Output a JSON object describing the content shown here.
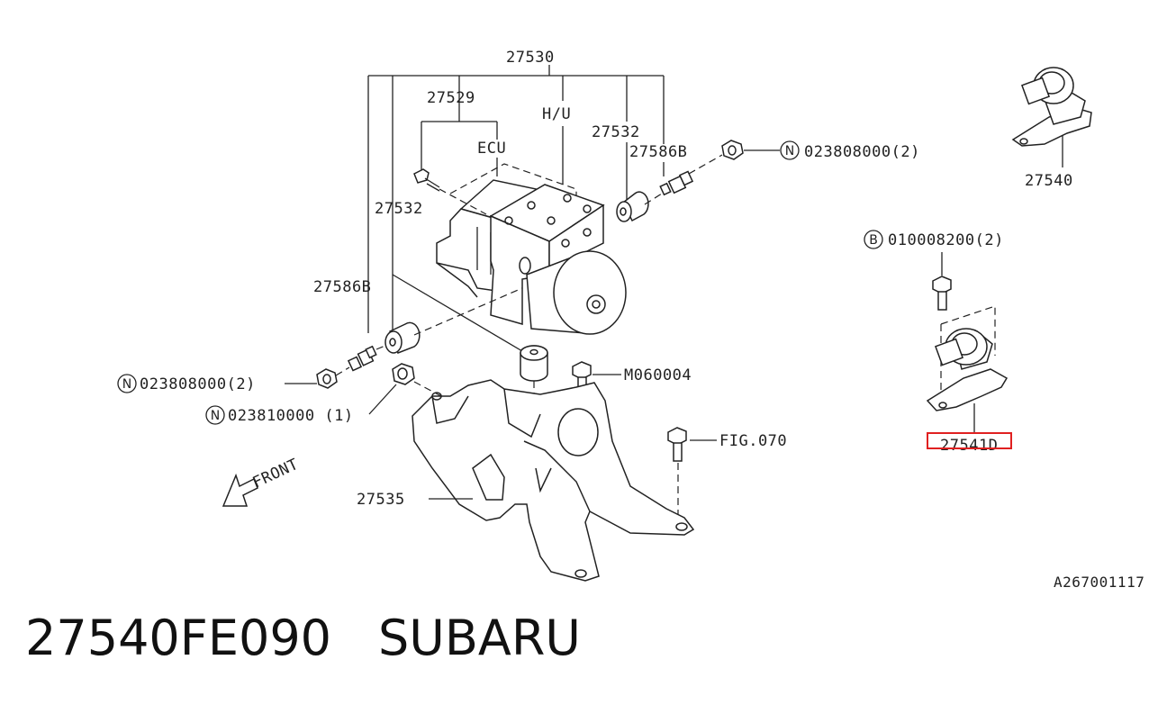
{
  "diagram": {
    "labels": {
      "l27530": "27530",
      "l27529": "27529",
      "lHU": "H/U",
      "lECU": "ECU",
      "l27532a": "27532",
      "l27532b": "27532",
      "l27586Ba": "27586B",
      "l27586Bb": "27586B",
      "lNut1": "023808000(2)",
      "lNut2": "023808000(2)",
      "lNut3": "023810000 (1)",
      "lBolt1": "010008200(2)",
      "lM06": "M060004",
      "lFig": "FIG.070",
      "l27535": "27535",
      "l27540": "27540",
      "l27541": "27541D",
      "lFront": "FRONT",
      "lRef": "A267001117"
    },
    "symbols": {
      "nut": "N",
      "bolt": "B"
    },
    "highlight_color": "#e02020"
  },
  "footer": {
    "part_number": "27540FE090",
    "brand": "SUBARU"
  }
}
